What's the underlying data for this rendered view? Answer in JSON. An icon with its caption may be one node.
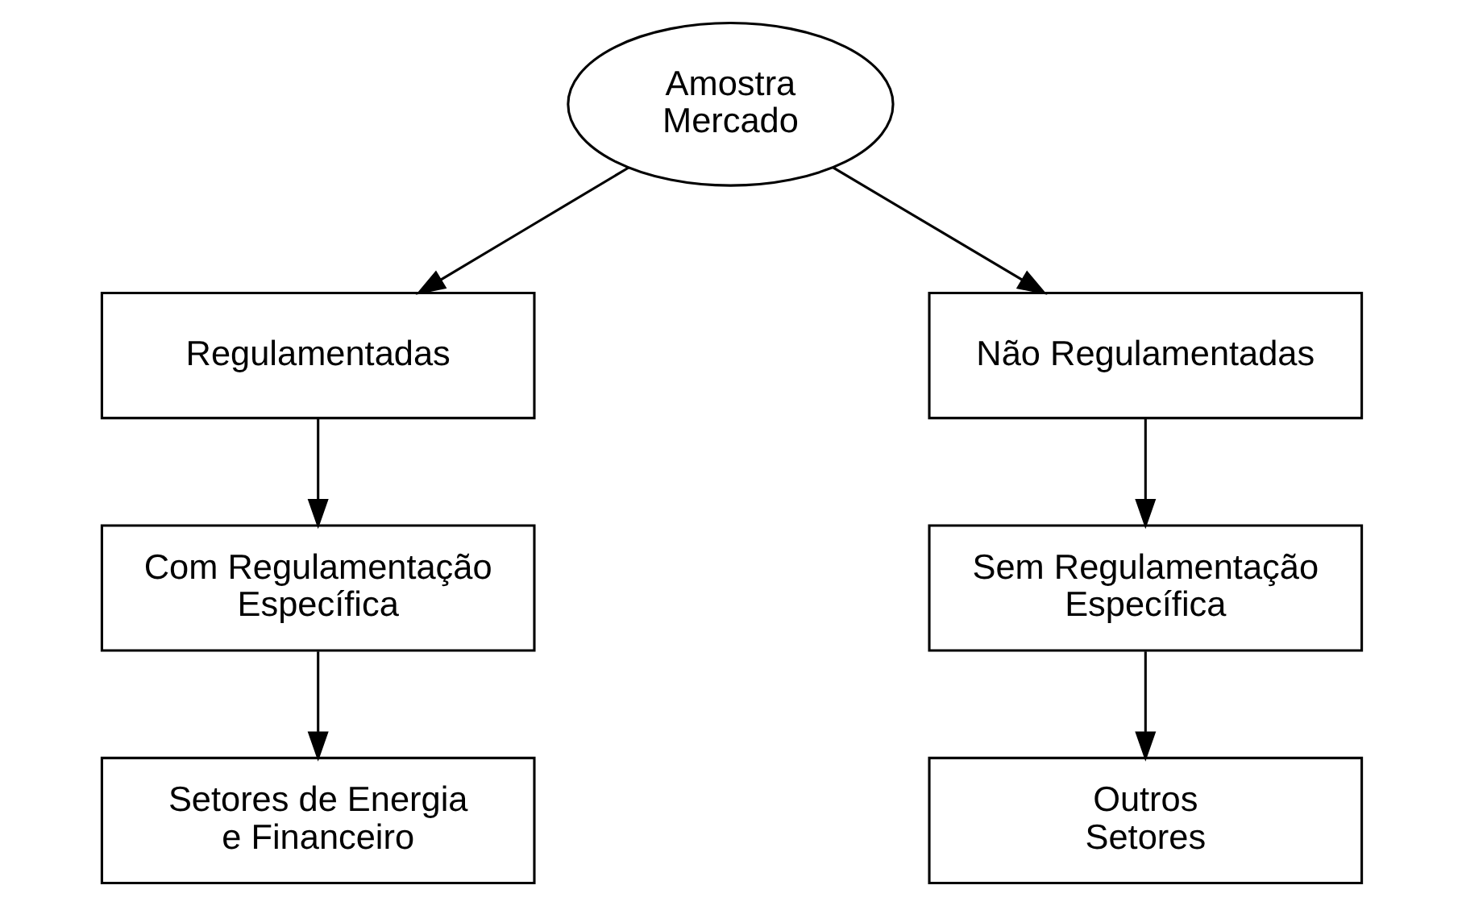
{
  "diagram": {
    "nodes": [
      {
        "text": [
          "Amostra Mercado"
        ]
      },
      {
        "text": [
          "Regulamentadas"
        ]
      },
      {
        "text": [
          "Não Regulamentadas"
        ]
      },
      {
        "text": [
          "Com Regulamentação Específica"
        ]
      },
      {
        "text": [
          "Sem Regulamentação Específica"
        ]
      },
      {
        "text": [
          "Setores de Energia e Financeiro"
        ]
      },
      {
        "text": [
          "Outros Setores"
        ]
      }
    ],
    "edges": [
      {
        "from": 0,
        "to": 1,
        "arrow": "to"
      },
      {
        "from": 0,
        "to": 2,
        "arrow": "to"
      },
      {
        "from": 1,
        "to": 3,
        "arrow": "to"
      },
      {
        "from": 3,
        "to": 5,
        "arrow": "to"
      },
      {
        "from": 2,
        "to": 4,
        "arrow": "to"
      },
      {
        "from": 4,
        "to": 6,
        "arrow": "to"
      }
    ]
  }
}
